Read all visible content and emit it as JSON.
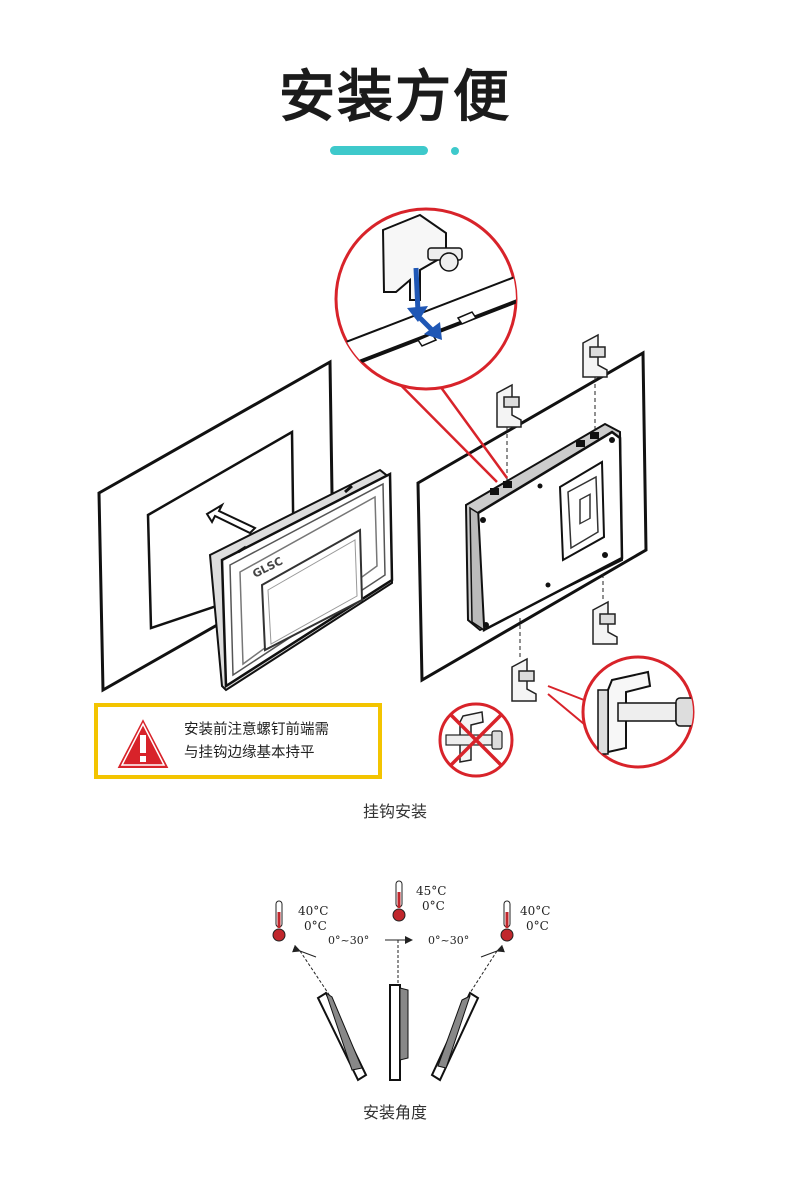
{
  "title": "安装方便",
  "colors": {
    "accent": "#3ec9cb",
    "warning_border": "#f3c400",
    "warning_red": "#d8232a",
    "callout_red": "#d8232a",
    "arrow_blue": "#1f57b5"
  },
  "hook_section": {
    "brand_text": "GLSC",
    "warning": {
      "line1": "安装前注意螺钉前端需",
      "line2": "与挂钩边缘基本持平"
    },
    "caption": "挂钩安装"
  },
  "angle_section": {
    "left_temp": {
      "max": "40°C",
      "min": "0°C"
    },
    "center_temp": {
      "max": "45°C",
      "min": "0°C"
    },
    "right_temp": {
      "max": "40°C",
      "min": "0°C"
    },
    "left_angle": "0°~30°",
    "right_angle": "0°~30°",
    "caption": "安装角度"
  }
}
